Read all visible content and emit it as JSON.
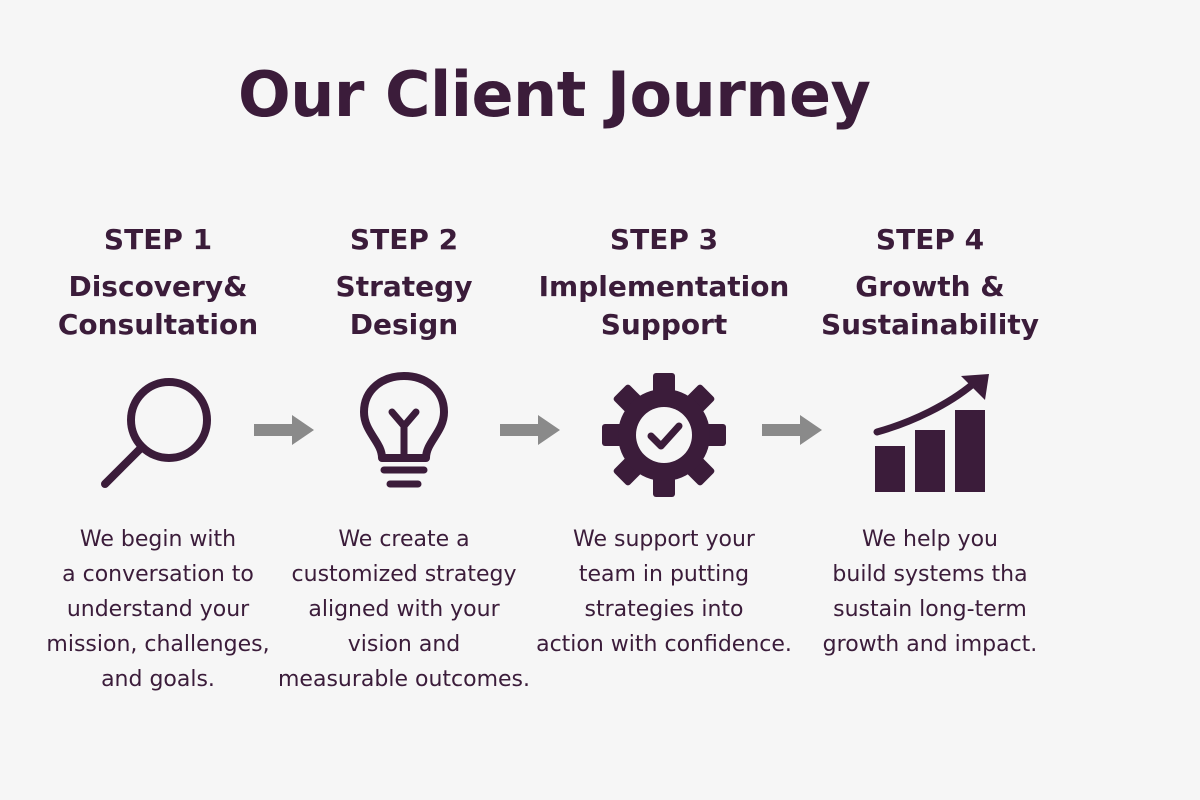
{
  "title": "Our Client Journey",
  "steps": [
    {
      "number": "STEP 1",
      "title_lines": [
        "Discovery&",
        "Consultation"
      ],
      "icon": "magnifying-glass-icon",
      "desc_lines": [
        "We begin with",
        "a conversation to",
        "understand your",
        "mission, challenges,",
        "and goals."
      ]
    },
    {
      "number": "STEP 2",
      "title_lines": [
        "Strategy",
        "Design"
      ],
      "icon": "lightbulb-icon",
      "desc_lines": [
        "We create a",
        "customized strategy",
        "aligned with your",
        "vision and",
        "measurable outcomes."
      ]
    },
    {
      "number": "STEP 3",
      "title_lines": [
        "Implementation",
        "Support"
      ],
      "icon": "gear-check-icon",
      "desc_lines": [
        "We support your",
        "team in putting",
        "strategies into",
        "action with confidence."
      ]
    },
    {
      "number": "STEP 4",
      "title_lines": [
        "Growth &",
        "Sustainability"
      ],
      "icon": "growth-chart-icon",
      "desc_lines": [
        "We help you",
        "build systems tha",
        "sustain long-term",
        "growth and impact."
      ]
    }
  ],
  "colors": {
    "primary": "#3b1c3a",
    "arrow": "#8a8a8a",
    "background": "#f6f6f6"
  }
}
